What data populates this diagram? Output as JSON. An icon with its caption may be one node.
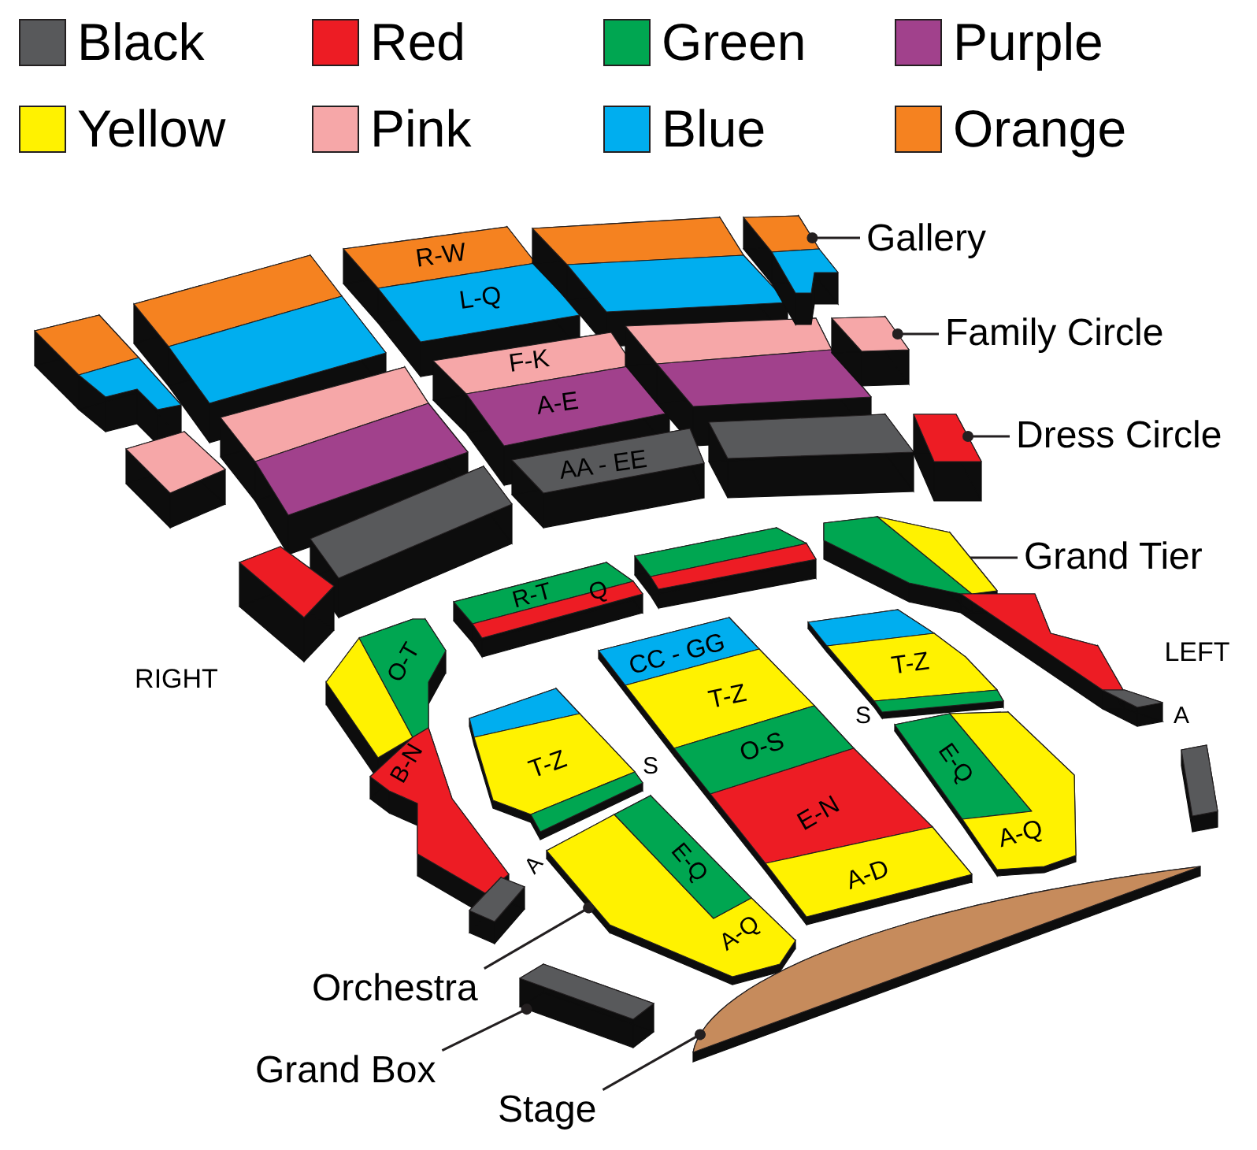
{
  "diagram": {
    "nodes": [
      {
        "text": [
          "Gallery"
        ]
      },
      {
        "text": [],
        "shape": "box"
      },
      {
        "text": [
          "Family Circle"
        ]
      },
      {
        "text": [],
        "shape": "box"
      },
      {
        "text": [
          "Dress Circle"
        ]
      },
      {
        "text": [],
        "shape": "box"
      },
      {
        "text": [
          "Grand Tier"
        ]
      },
      {
        "text": [],
        "shape": "box"
      },
      {
        "text": [
          "Orchestra"
        ]
      },
      {
        "text": [],
        "shape": "box"
      },
      {
        "text": [
          "Grand Box"
        ]
      },
      {
        "text": [],
        "shape": "box"
      },
      {
        "text": [
          "Stage"
        ]
      },
      {
        "text": [],
        "shape": "ellipse"
      }
    ],
    "edges": [
      {
        "from": 0,
        "to": 1,
        "arrow": "other"
      },
      {
        "from": 2,
        "to": 3,
        "arrow": "other"
      },
      {
        "from": 4,
        "to": 5,
        "arrow": "other"
      },
      {
        "from": 6,
        "to": 7,
        "arrow": "none"
      },
      {
        "from": 8,
        "to": 9,
        "arrow": "other"
      },
      {
        "from": 10,
        "to": 11,
        "arrow": "other"
      },
      {
        "from": 12,
        "to": 13,
        "arrow": "other"
      }
    ],
    "labels": [
      "R-W",
      "L-Q",
      "F-K",
      "A-E",
      "AA - EE",
      "R-T",
      "Q",
      "LEFT",
      "O-T",
      "CC - GG",
      "T-Z",
      "RIGHT",
      "T-Z",
      "A",
      "S",
      "O-S",
      "B-N",
      "T-Z",
      "S",
      "E-Q",
      "E-N",
      "A-Q",
      "E-Q",
      "A",
      "A-D",
      "A-Q"
    ],
    "legend": [
      {
        "text": "Black",
        "color": "#58595b"
      },
      {
        "text": "Red",
        "color": "#ed1c24"
      },
      {
        "text": "Green",
        "color": "#00a651"
      },
      {
        "text": "Purple",
        "color": "#a1418c"
      },
      {
        "text": "Yellow",
        "color": "#fff200"
      },
      {
        "text": "Pink",
        "color": "#f6a7a8"
      },
      {
        "text": "Blue",
        "color": "#00aeef"
      },
      {
        "text": "Orange",
        "color": "#f58220"
      }
    ]
  }
}
